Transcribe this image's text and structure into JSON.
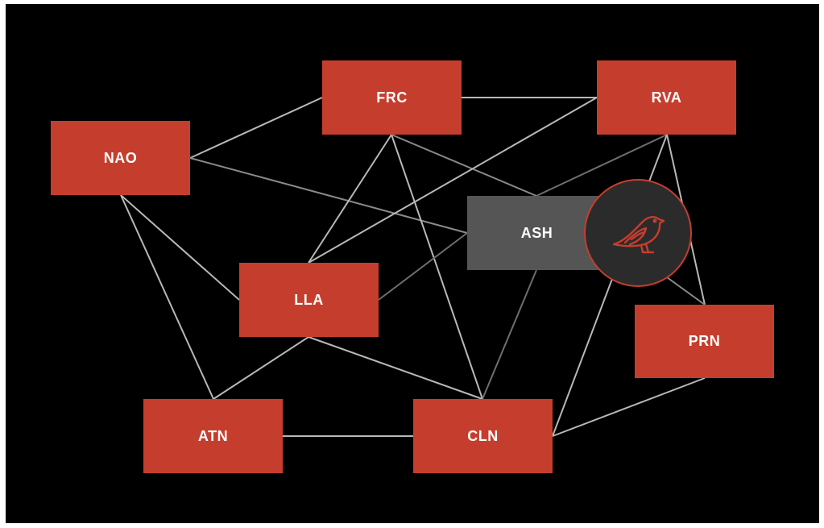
{
  "diagram": {
    "nodes": [
      {
        "id": "FRC",
        "label": "FRC",
        "kind": "red"
      },
      {
        "id": "RVA",
        "label": "RVA",
        "kind": "red"
      },
      {
        "id": "NAO",
        "label": "NAO",
        "kind": "red"
      },
      {
        "id": "ASH",
        "label": "ASH",
        "kind": "gray"
      },
      {
        "id": "LLA",
        "label": "LLA",
        "kind": "red"
      },
      {
        "id": "PRN",
        "label": "PRN",
        "kind": "red"
      },
      {
        "id": "ATN",
        "label": "ATN",
        "kind": "red"
      },
      {
        "id": "CLN",
        "label": "CLN",
        "kind": "red"
      }
    ],
    "edges": [
      [
        "NAO",
        "FRC"
      ],
      [
        "NAO",
        "ASH"
      ],
      [
        "NAO",
        "LLA"
      ],
      [
        "NAO",
        "ATN"
      ],
      [
        "FRC",
        "RVA"
      ],
      [
        "FRC",
        "LLA"
      ],
      [
        "FRC",
        "CLN"
      ],
      [
        "FRC",
        "ASH"
      ],
      [
        "RVA",
        "LLA"
      ],
      [
        "RVA",
        "ASH"
      ],
      [
        "RVA",
        "PRN"
      ],
      [
        "RVA",
        "CLN"
      ],
      [
        "ASH",
        "LLA"
      ],
      [
        "ASH",
        "CLN"
      ],
      [
        "ASH",
        "PRN"
      ],
      [
        "LLA",
        "ATN"
      ],
      [
        "LLA",
        "CLN"
      ],
      [
        "ATN",
        "CLN"
      ],
      [
        "CLN",
        "PRN"
      ]
    ],
    "colors": {
      "node_red": "#c53e2d",
      "node_gray": "#555555",
      "edge_light": "#b8b8b8",
      "edge_dark": "#6e6e6e",
      "background": "#000000"
    },
    "badge": {
      "icon": "bird-icon",
      "attached_to": "ASH"
    }
  }
}
